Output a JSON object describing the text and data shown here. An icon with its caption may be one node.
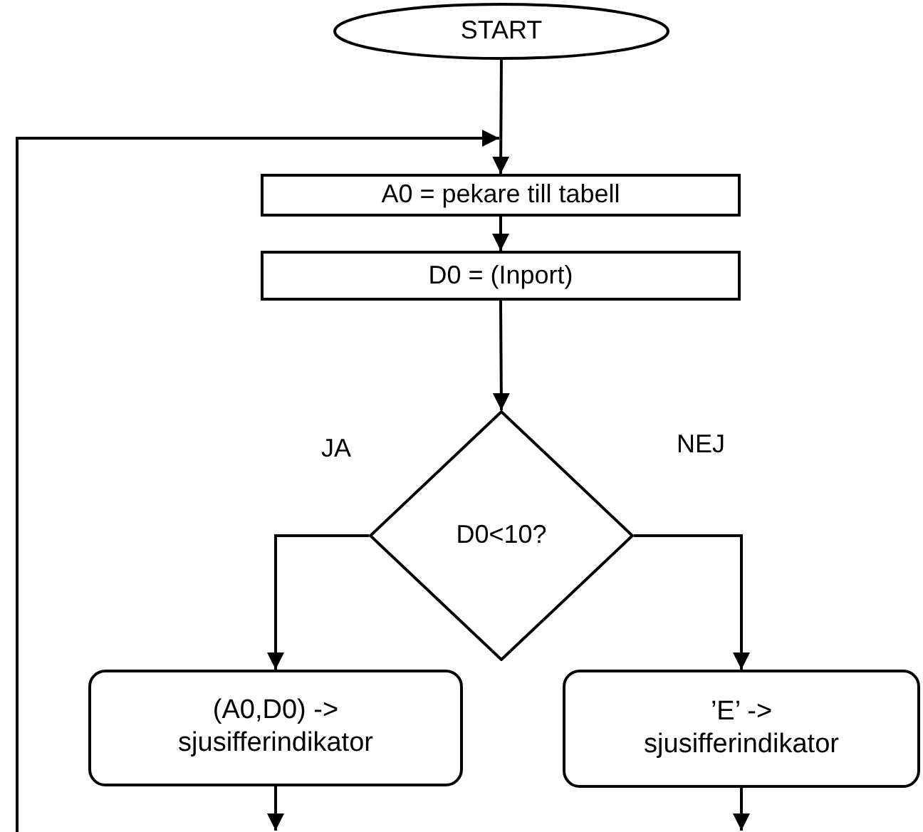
{
  "diagram": {
    "nodes": [
      {
        "text": [
          "START"
        ]
      },
      {
        "text": [
          "A0 = pekare till tabell"
        ]
      },
      {
        "text": [
          "D0 = (Inport)"
        ]
      },
      {
        "text": [
          "D0<10?"
        ]
      },
      {
        "text": [
          "(A0,D0) -> sjusifferindikator"
        ]
      },
      {
        "text": [
          "’E’ -> sjusifferindikator"
        ]
      }
    ],
    "edges": [
      {
        "from": 0,
        "to": 1,
        "arrow": "to"
      },
      {
        "from": null,
        "to": 1,
        "arrow": "to"
      },
      {
        "from": 1,
        "to": 2,
        "arrow": "to"
      },
      {
        "from": 2,
        "to": 3,
        "arrow": "to"
      },
      {
        "from": 3,
        "to": 4,
        "label": "JA",
        "arrow": "to"
      },
      {
        "from": 3,
        "to": 5,
        "label": "NEJ",
        "arrow": "to"
      },
      {
        "from": 4,
        "to": null,
        "arrow": "to"
      },
      {
        "from": 5,
        "to": null,
        "arrow": "to"
      }
    ]
  }
}
